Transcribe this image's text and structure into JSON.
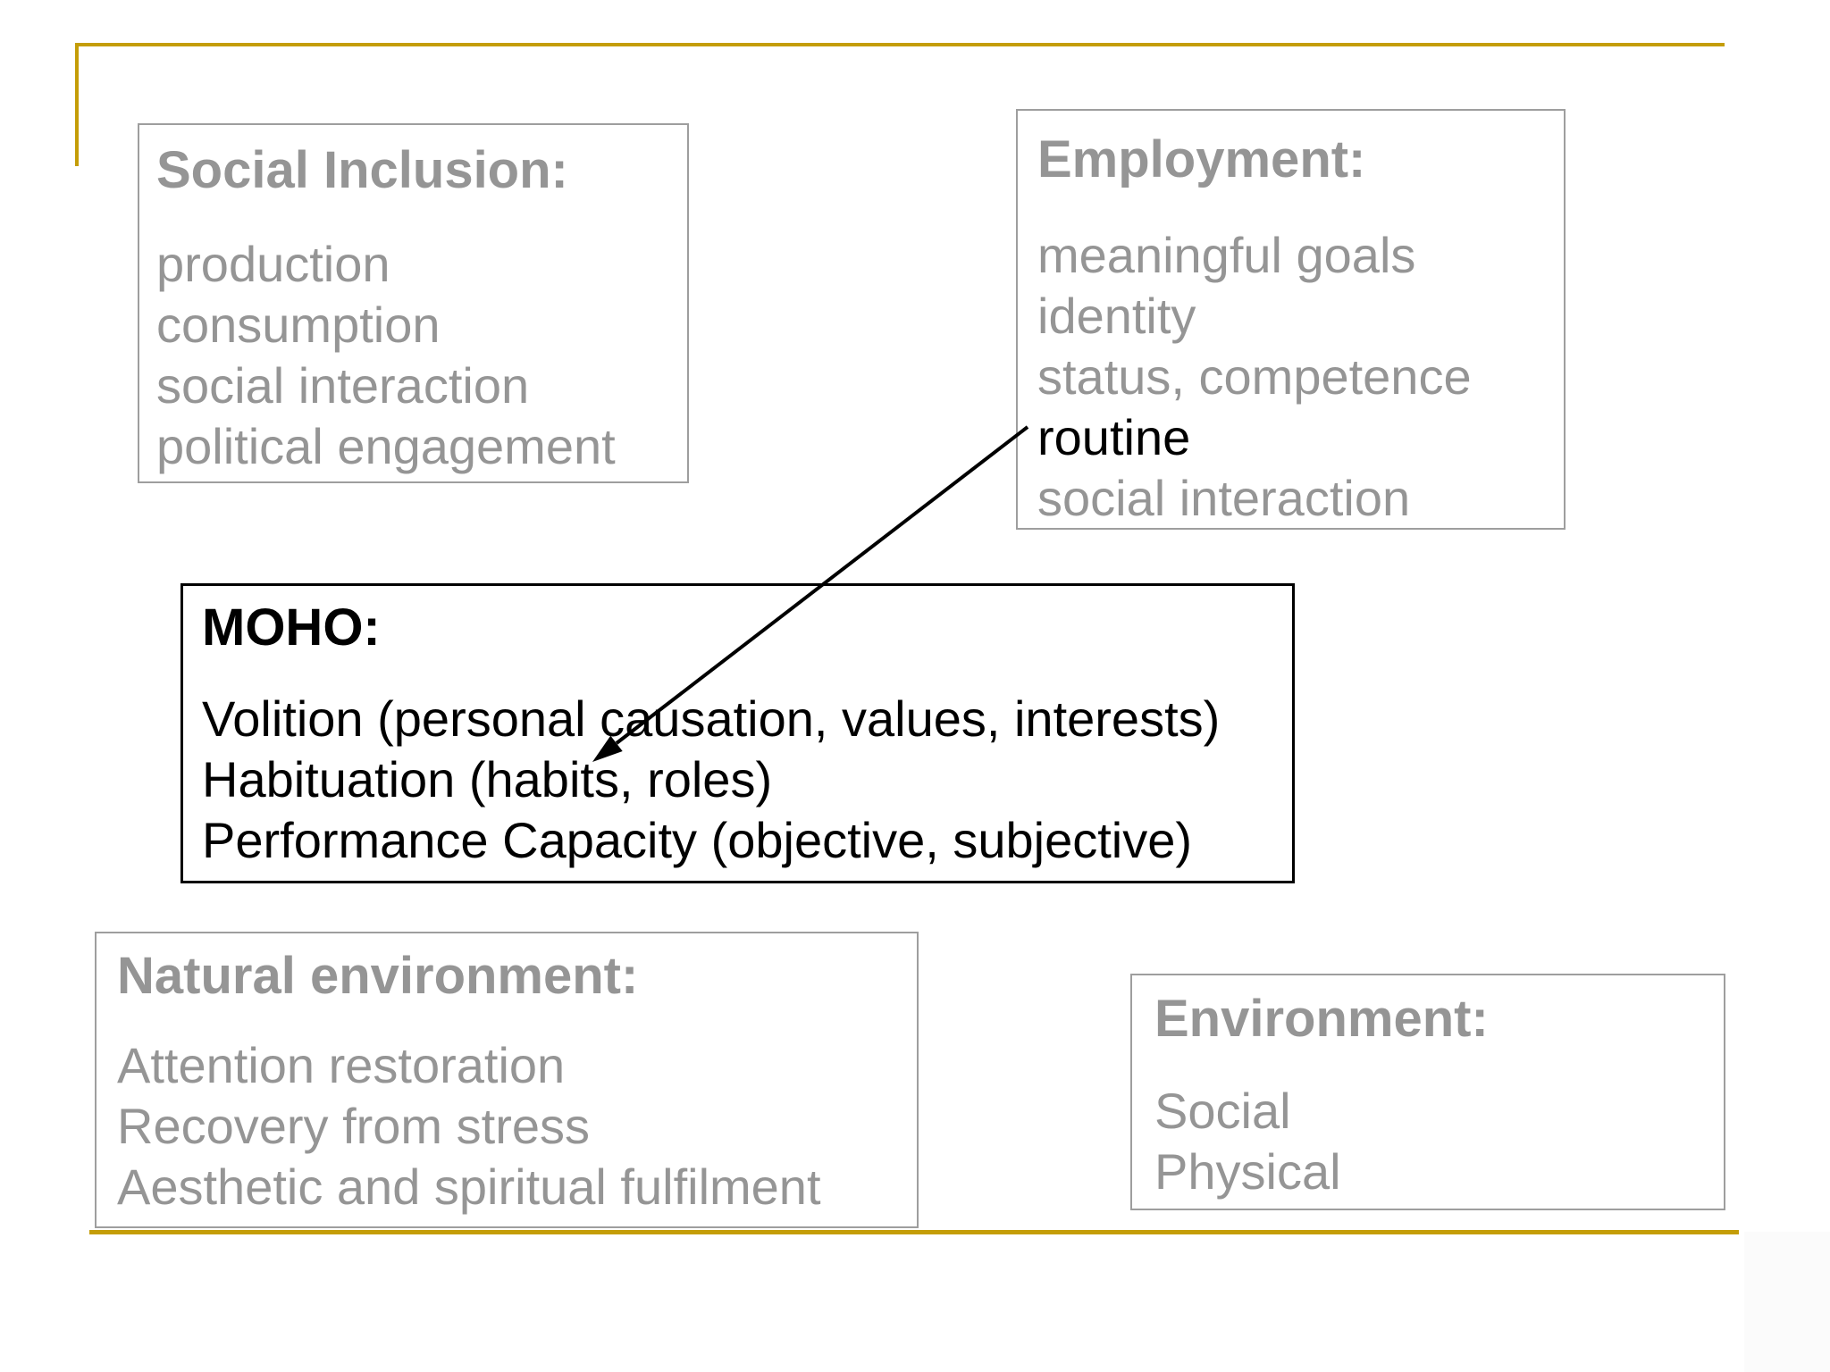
{
  "slide": {
    "kind": "presentation-slide",
    "background_color": "#ffffff",
    "accent_gold_color": "#c49d08",
    "gray_text_color": "#959595",
    "gray_border_color": "#9e9e9e",
    "emphasis_color": "#000000"
  },
  "boxes": {
    "social_inclusion": {
      "title": "Social Inclusion:",
      "items": [
        {
          "text": "production"
        },
        {
          "text": "consumption"
        },
        {
          "text": "social interaction"
        },
        {
          "text": "political engagement"
        }
      ]
    },
    "employment": {
      "title": "Employment:",
      "items": [
        {
          "text": "meaningful goals"
        },
        {
          "text": "identity"
        },
        {
          "text": "status, competence"
        },
        {
          "text": "routine",
          "emphasis": true
        },
        {
          "text": "social interaction"
        }
      ]
    },
    "moho": {
      "title": "MOHO:",
      "items": [
        {
          "text": "Volition (personal causation, values, interests)"
        },
        {
          "text": "Habituation (habits, roles)"
        },
        {
          "text": "Performance Capacity (objective, subjective)"
        }
      ]
    },
    "natural_environment": {
      "title": "Natural environment:",
      "items": [
        {
          "text": "Attention restoration"
        },
        {
          "text": "Recovery from stress"
        },
        {
          "text": "Aesthetic and spiritual fulfilment"
        }
      ]
    },
    "environment": {
      "title": "Environment:",
      "items": [
        {
          "text": "Social"
        },
        {
          "text": "Physical"
        }
      ]
    }
  },
  "annotation_arrow": {
    "from": "routine (Employment box)",
    "to": "Habituation (MOHO box)",
    "color": "#000000"
  }
}
